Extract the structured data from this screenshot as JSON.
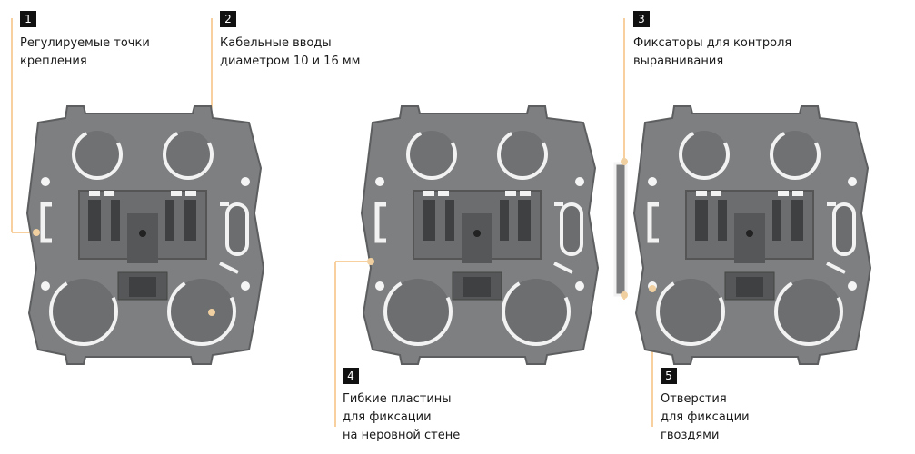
{
  "callouts": [
    {
      "number": "1",
      "lines": [
        "Регулируемые точки",
        "крепления"
      ]
    },
    {
      "number": "2",
      "lines": [
        "Кабельные вводы",
        "диаметром 10 и 16 мм"
      ]
    },
    {
      "number": "3",
      "lines": [
        "Фиксаторы для контроля",
        "выравнивания"
      ]
    },
    {
      "number": "4",
      "lines": [
        "Гибкие пластины",
        "для  фиксации",
        "на неровной стене"
      ]
    },
    {
      "number": "5",
      "lines": [
        "Отверстия",
        "для фиксации",
        "гвоздями"
      ]
    }
  ],
  "colors": {
    "plate": "#7d7f80",
    "plate_dark": "#5c5e5f",
    "plate_edge": "#6a6c6d",
    "leader": "#f0a040",
    "badge": "#111111"
  }
}
